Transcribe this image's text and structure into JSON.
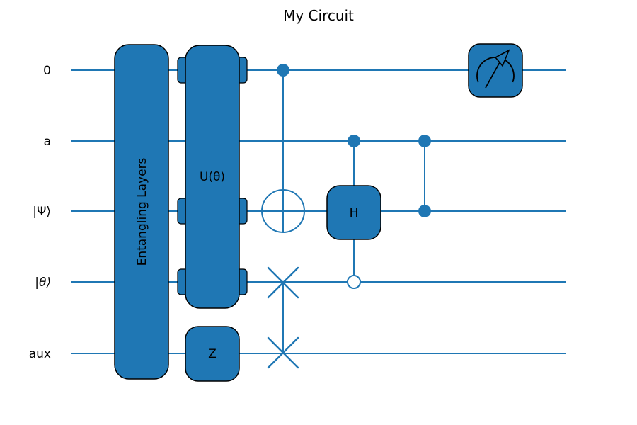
{
  "figure": {
    "title": "My Circuit",
    "type": "quantum-circuit-diagram"
  },
  "colors": {
    "accent": "#1f77b4",
    "gate_fill": "#1f77b4",
    "gate_border": "#000000",
    "text": "#000000",
    "background": "#ffffff"
  },
  "wires": [
    {
      "label": "0"
    },
    {
      "label": "a"
    },
    {
      "label": "|Ψ⟩"
    },
    {
      "label": "|θ⟩"
    },
    {
      "label": "aux"
    }
  ],
  "gates": [
    {
      "name": "entangling-layers",
      "label": "Entangling Layers",
      "wires": [
        "0",
        "a",
        "|Ψ⟩",
        "|θ⟩",
        "aux"
      ],
      "column": 1
    },
    {
      "name": "u-theta",
      "label": "U(θ)",
      "wires": [
        "0",
        "|Ψ⟩",
        "|θ⟩"
      ],
      "column": 2
    },
    {
      "name": "z-gate",
      "label": "Z",
      "wires": [
        "aux"
      ],
      "column": 2
    },
    {
      "name": "cnot",
      "type": "CNOT",
      "control": "0",
      "target": "|Ψ⟩",
      "column": 3
    },
    {
      "name": "swap",
      "type": "SWAP",
      "wires": [
        "|θ⟩",
        "aux"
      ],
      "column": 3
    },
    {
      "name": "controlled-h",
      "label": "H",
      "control": "a",
      "open_control": "|θ⟩",
      "target": "|Ψ⟩",
      "column": 4
    },
    {
      "name": "cz",
      "type": "CZ",
      "wires": [
        "a",
        "|Ψ⟩"
      ],
      "column": 5
    },
    {
      "name": "measurement",
      "type": "measure",
      "wires": [
        "0"
      ],
      "column": 6
    }
  ],
  "icons": {
    "control": "filled-dot",
    "open_control": "open-dot",
    "cnot_target": "circle-plus",
    "swap": "cross-x",
    "measurement_gauge": "arc-with-arrow"
  }
}
